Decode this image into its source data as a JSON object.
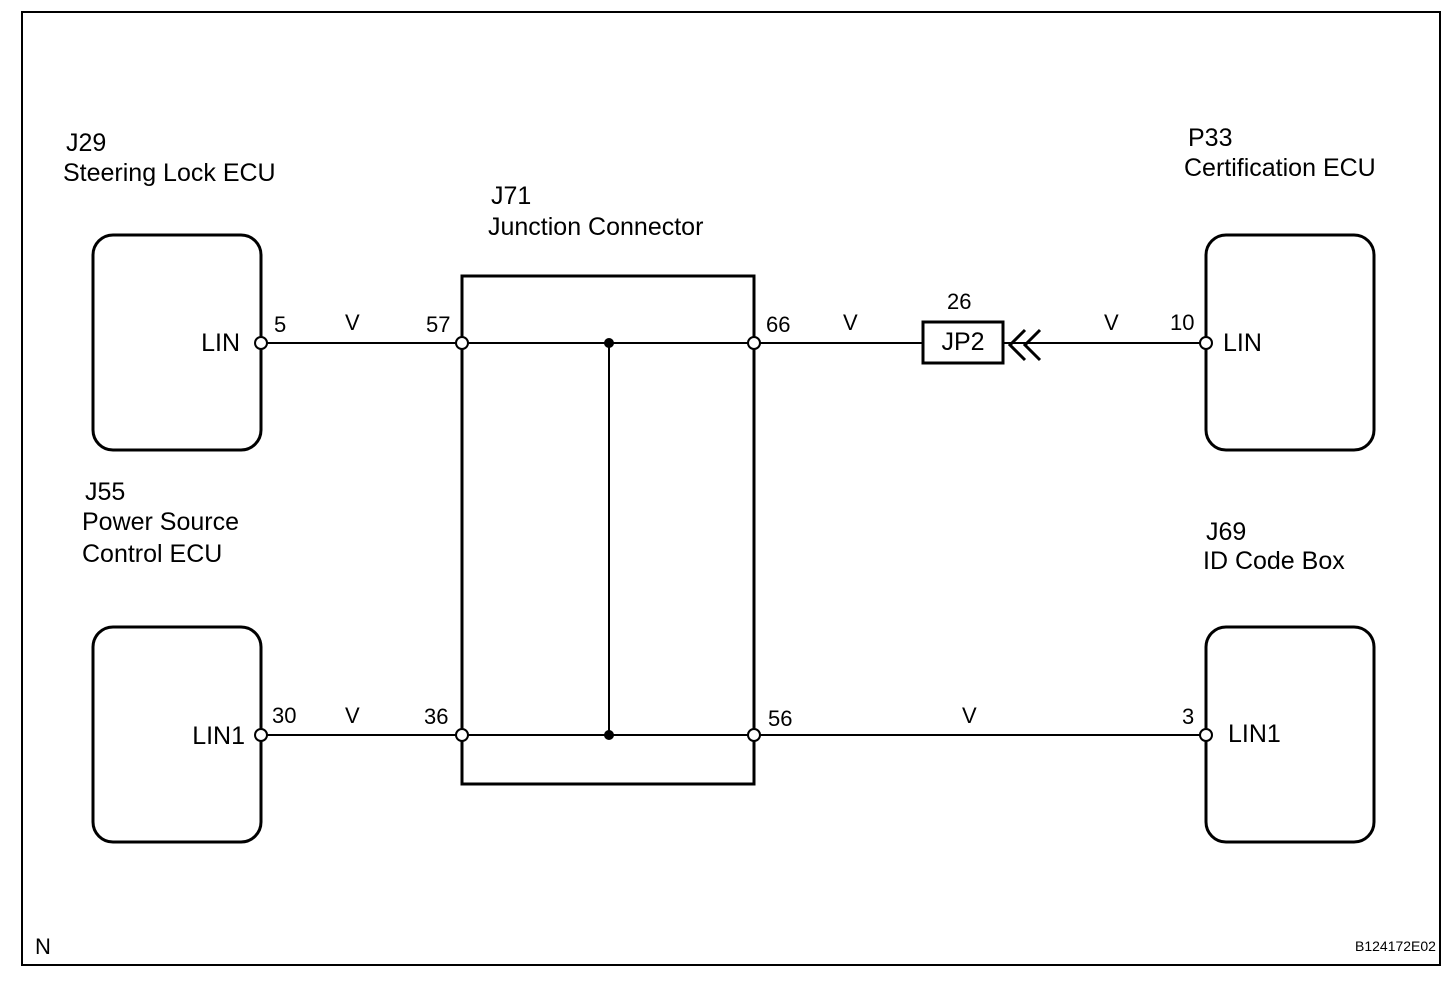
{
  "components": {
    "j29": {
      "code": "J29",
      "name": "Steering Lock ECU",
      "pin_label": "LIN",
      "pin": "5"
    },
    "j55": {
      "code": "J55",
      "name_line1": "Power Source",
      "name_line2": "Control ECU",
      "pin_label": "LIN1",
      "pin": "30"
    },
    "j71": {
      "code": "J71",
      "name": "Junction Connector",
      "pins": {
        "top_left": "57",
        "bottom_left": "36",
        "top_right": "66",
        "bottom_right": "56"
      }
    },
    "p33": {
      "code": "P33",
      "name": "Certification ECU",
      "pin_label": "LIN",
      "pin": "10"
    },
    "j69": {
      "code": "J69",
      "name": "ID Code Box",
      "pin_label": "LIN1",
      "pin": "3"
    },
    "jp2": {
      "label": "JP2",
      "pin": "26"
    }
  },
  "wires": {
    "j29_to_j71": "V",
    "j55_to_j71": "V",
    "j71_to_jp2": "V",
    "jp2_to_p33": "V",
    "j71_to_j69": "V"
  },
  "footer": {
    "corner_mark": "N",
    "figure_code": "B124172E02"
  }
}
